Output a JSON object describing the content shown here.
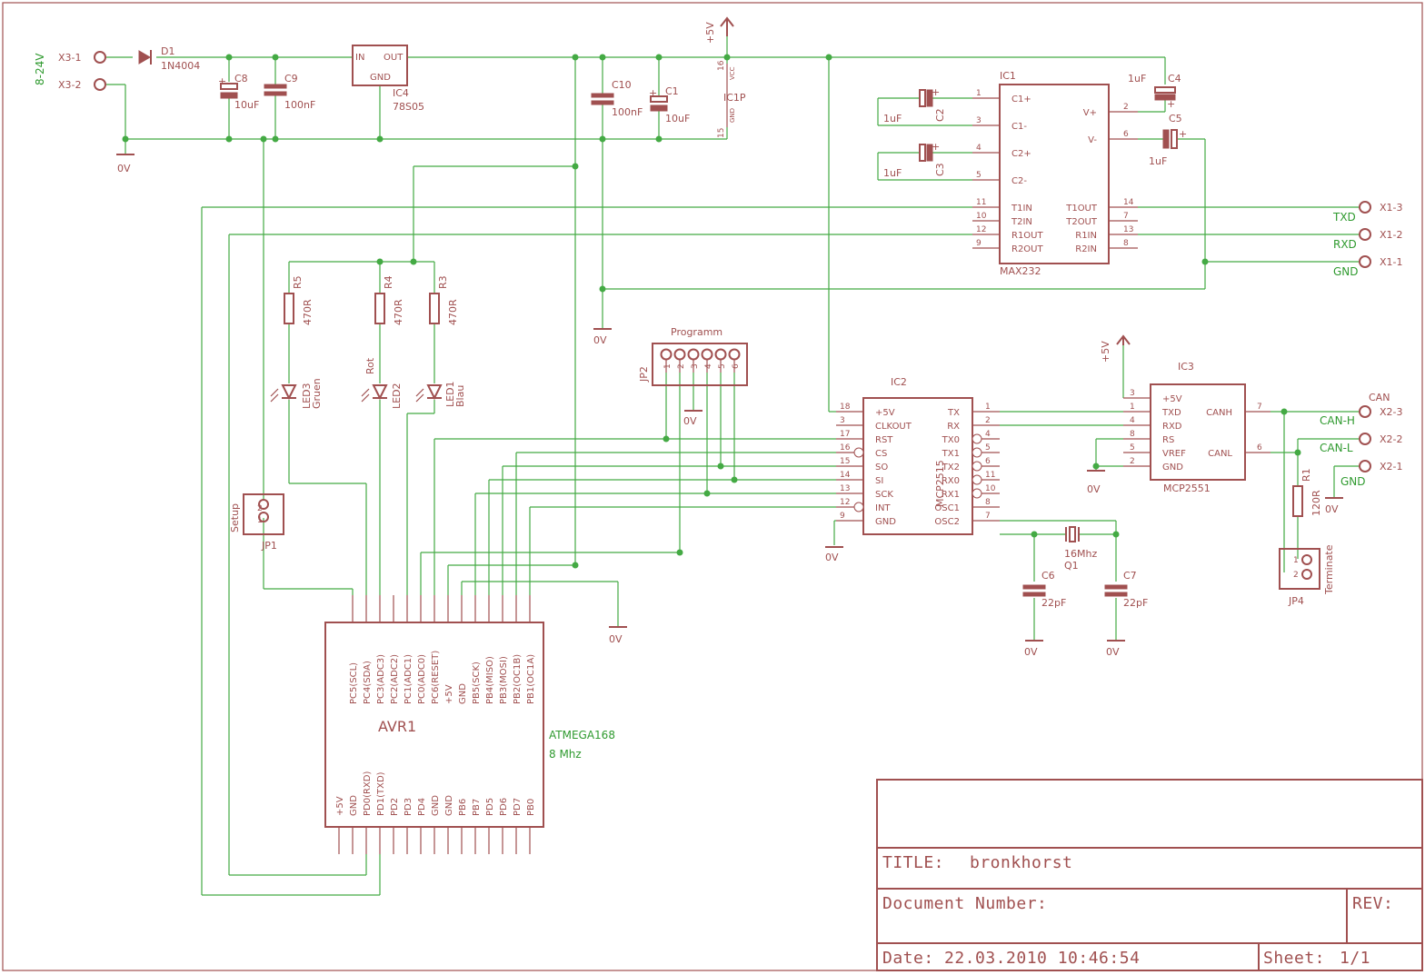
{
  "connectors": {
    "x3_1": "X3-1",
    "x3_2": "X3-2",
    "supply": "8-24V",
    "x1_3": "X1-3",
    "x1_2": "X1-2",
    "x1_1": "X1-1",
    "x2_3": "X2-3",
    "x2_2": "X2-2",
    "x2_1": "X2-1"
  },
  "nets": {
    "txd": "TXD",
    "rxd": "RXD",
    "gnd": "GND",
    "can": "CAN",
    "canh": "CAN-H",
    "canl": "CAN-L",
    "gnd2": "GND"
  },
  "power": {
    "plus5v": "+5V",
    "zero_v": "0V"
  },
  "parts": {
    "d1": "D1",
    "d1_val": "1N4004",
    "c8": "C8",
    "c8_val": "10uF",
    "c9": "C9",
    "c9_val": "100nF",
    "ic4": "IC4",
    "ic4_val": "78S05",
    "ic4_in": "IN",
    "ic4_out": "OUT",
    "ic4_gnd": "GND",
    "c10": "C10",
    "c10_val": "100nF",
    "c1": "C1",
    "c1_val": "10uF",
    "ic1p": "IC1P",
    "vcc": "VCC",
    "gndp": "GND",
    "p16": "16",
    "p15": "15",
    "ic1": "IC1",
    "ic1_val": "MAX232",
    "c2": "C2",
    "c3": "C3",
    "c4": "C4",
    "c5": "C5",
    "cap1uf": "1uF",
    "r5": "R5",
    "r4": "R4",
    "r3": "R3",
    "r470": "470R",
    "led3": "LED3",
    "led3_col": "Gruen",
    "led2": "LED2",
    "led2_col": "Rot",
    "led1": "LED1",
    "led1_col": "Blau",
    "jp2": "JP2",
    "jp2_name": "Programm",
    "jp1": "JP1",
    "jp1_name": "Setup",
    "ic2": "IC2",
    "ic2_val": "MCP2515",
    "ic3": "IC3",
    "ic3_val": "MCP2551",
    "q1": "Q1",
    "q1_val": "16Mhz",
    "c6": "C6",
    "c7": "C7",
    "c22pf": "22pF",
    "r1": "R1",
    "r1_val": "120R",
    "jp4": "JP4",
    "jp4_name": "Terminate",
    "avr1": "AVR1",
    "avr1_val": "ATMEGA168",
    "avr1_clk": "8 Mhz"
  },
  "max232_pins": {
    "left": [
      "C1+",
      "C1-",
      "C2+",
      "C2-",
      "T1IN",
      "T2IN",
      "R1OUT",
      "R2OUT"
    ],
    "left_nums": [
      "1",
      "3",
      "4",
      "5",
      "11",
      "10",
      "12",
      "9"
    ],
    "right": [
      "V+",
      "V-",
      "T1OUT",
      "T2OUT",
      "R1IN",
      "R2IN"
    ],
    "right_nums": [
      "2",
      "6",
      "14",
      "7",
      "13",
      "8"
    ]
  },
  "mcp2515_pins": {
    "left": [
      "+5V",
      "CLKOUT",
      "RST",
      "CS",
      "SO",
      "SI",
      "SCK",
      "INT",
      "GND"
    ],
    "left_nums": [
      "18",
      "3",
      "17",
      "16",
      "15",
      "14",
      "13",
      "12",
      "9"
    ],
    "right": [
      "TX",
      "RX",
      "TX0",
      "TX1",
      "TX2",
      "RX0",
      "RX1",
      "OSC1",
      "OSC2"
    ],
    "right_nums": [
      "1",
      "2",
      "4",
      "5",
      "6",
      "11",
      "10",
      "8",
      "7"
    ]
  },
  "mcp2551_pins": {
    "left": [
      "+5V",
      "TXD",
      "RXD",
      "RS",
      "VREF",
      "GND"
    ],
    "left_nums": [
      "3",
      "1",
      "4",
      "8",
      "5",
      "2"
    ],
    "right": [
      "CANH",
      "CANL"
    ],
    "right_nums": [
      "7",
      "6"
    ]
  },
  "avr_pins": {
    "top": [
      "PC5(SCL)",
      "PC4(SDA)",
      "PC3(ADC3)",
      "PC2(ADC2)",
      "PC1(ADC1)",
      "PC0(ADC0)",
      "PC6(RESET)",
      "+5V",
      "GND",
      "PB5(SCK)",
      "PB4(MISO)",
      "PB3(MOSI)",
      "PB2(OC1B)",
      "PB1(OC1A)"
    ],
    "bottom": [
      "+5V",
      "GND",
      "PD0(RXD)",
      "PD1(TXD)",
      "PD2",
      "PD3",
      "PD4",
      "GND",
      "GND",
      "PB6",
      "PB7",
      "PD5",
      "PD6",
      "PD7",
      "PB0"
    ]
  },
  "jp2_pins": [
    "1",
    "2",
    "3",
    "4",
    "5",
    "6"
  ],
  "jp_pins": {
    "one": "1",
    "two": "2"
  },
  "title_block": {
    "title_label": "TITLE:",
    "title": "bronkhorst",
    "docnum_label": "Document Number:",
    "rev_label": "REV:",
    "date_label": "Date:",
    "date": "22.03.2010 10:46:54",
    "sheet_label": "Sheet:",
    "sheet": "1/1"
  }
}
